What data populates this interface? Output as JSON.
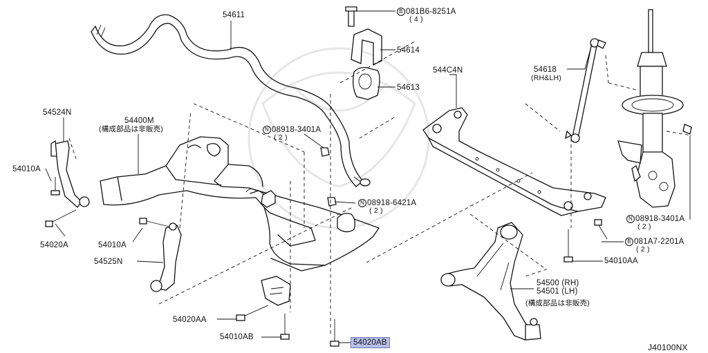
{
  "diagram": {
    "code": "J40100NX",
    "labels": {
      "p54611": "54611",
      "p54614": "54614",
      "p54613": "54613",
      "bolt_top_sym": "B",
      "bolt_top": "081B6-8251A",
      "bolt_top_qty": "( 4 )",
      "p544c4n": "544C4N",
      "p54618": "54618",
      "p54618_note": "(RH&LH)",
      "p54524n": "54524N",
      "p54400m": "54400M",
      "p54400m_note": "(構成部品は非販売)",
      "nut_a_sym": "N",
      "nut_a": "08918-3401A",
      "nut_a_qty": "( 2 )",
      "p54010a_left": "54010A",
      "p54020a": "54020A",
      "p54010a_mid": "54010A",
      "p54525n": "54525N",
      "nut_b_sym": "N",
      "nut_b": "08918-6421A",
      "nut_b_qty": "( 2 )",
      "nut_c_sym": "N",
      "nut_c": "08918-3401A",
      "nut_c_qty": "( 2 )",
      "bolt_r_sym": "B",
      "bolt_r": "081A7-2201A",
      "bolt_r_qty": "( 2 )",
      "p54010aa": "54010AA",
      "p54500": "54500 (RH)",
      "p54501": "54501 (LH)",
      "p54500_note": "(構成部品は非販売)",
      "p54020aa": "54020AA",
      "p54010ab": "54010AB",
      "p54020ab": "54020AB"
    }
  }
}
